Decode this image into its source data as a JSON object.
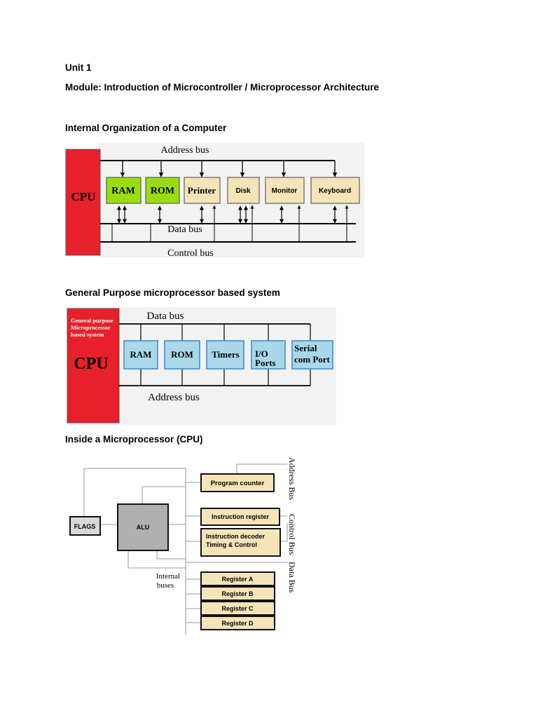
{
  "unit": "Unit 1",
  "module": "Module:  Introduction of Microcontroller / Microprocessor Architecture",
  "section1": {
    "heading": "Internal Organization of a Computer",
    "cpu": "CPU",
    "address_bus": "Address bus",
    "data_bus": "Data bus",
    "control_bus": "Control bus",
    "blocks": [
      "RAM",
      "ROM",
      "Printer",
      "Disk",
      "Monitor",
      "Keyboard"
    ],
    "colors": {
      "cpu": "#e8202a",
      "memory": "#99dd11",
      "device": "#f4e4b8"
    }
  },
  "section2": {
    "heading": "General Purpose microprocessor based system",
    "cpu_caption": [
      "General purpose",
      "Microprocessor",
      "based system"
    ],
    "cpu": "CPU",
    "data_bus": "Data bus",
    "address_bus": "Address bus",
    "blocks": [
      [
        "RAM"
      ],
      [
        "ROM"
      ],
      [
        "Timers"
      ],
      [
        "I/O",
        "Ports"
      ],
      [
        "Serial",
        "com Port"
      ]
    ],
    "colors": {
      "cpu": "#e8202a",
      "block": "#a8d8ea",
      "background": "#f2f2f2"
    }
  },
  "section3": {
    "heading": "Inside a Microprocessor (CPU)",
    "flags": "FLAGS",
    "alu": "ALU",
    "internal_buses": [
      "Internal",
      "buses"
    ],
    "program_counter": "Program counter",
    "instruction_register": "Instruction register",
    "instruction_decoder": [
      "Instruction  decoder",
      "Timing & Control"
    ],
    "registers": [
      "Register A",
      "Register B",
      "Register C",
      "Register D"
    ],
    "address_bus": "Address Bus",
    "control_bus": "Control Bus",
    "data_bus": "Data Bus",
    "colors": {
      "block": "#f4e4b8",
      "alu": "#b0b0b0"
    }
  }
}
